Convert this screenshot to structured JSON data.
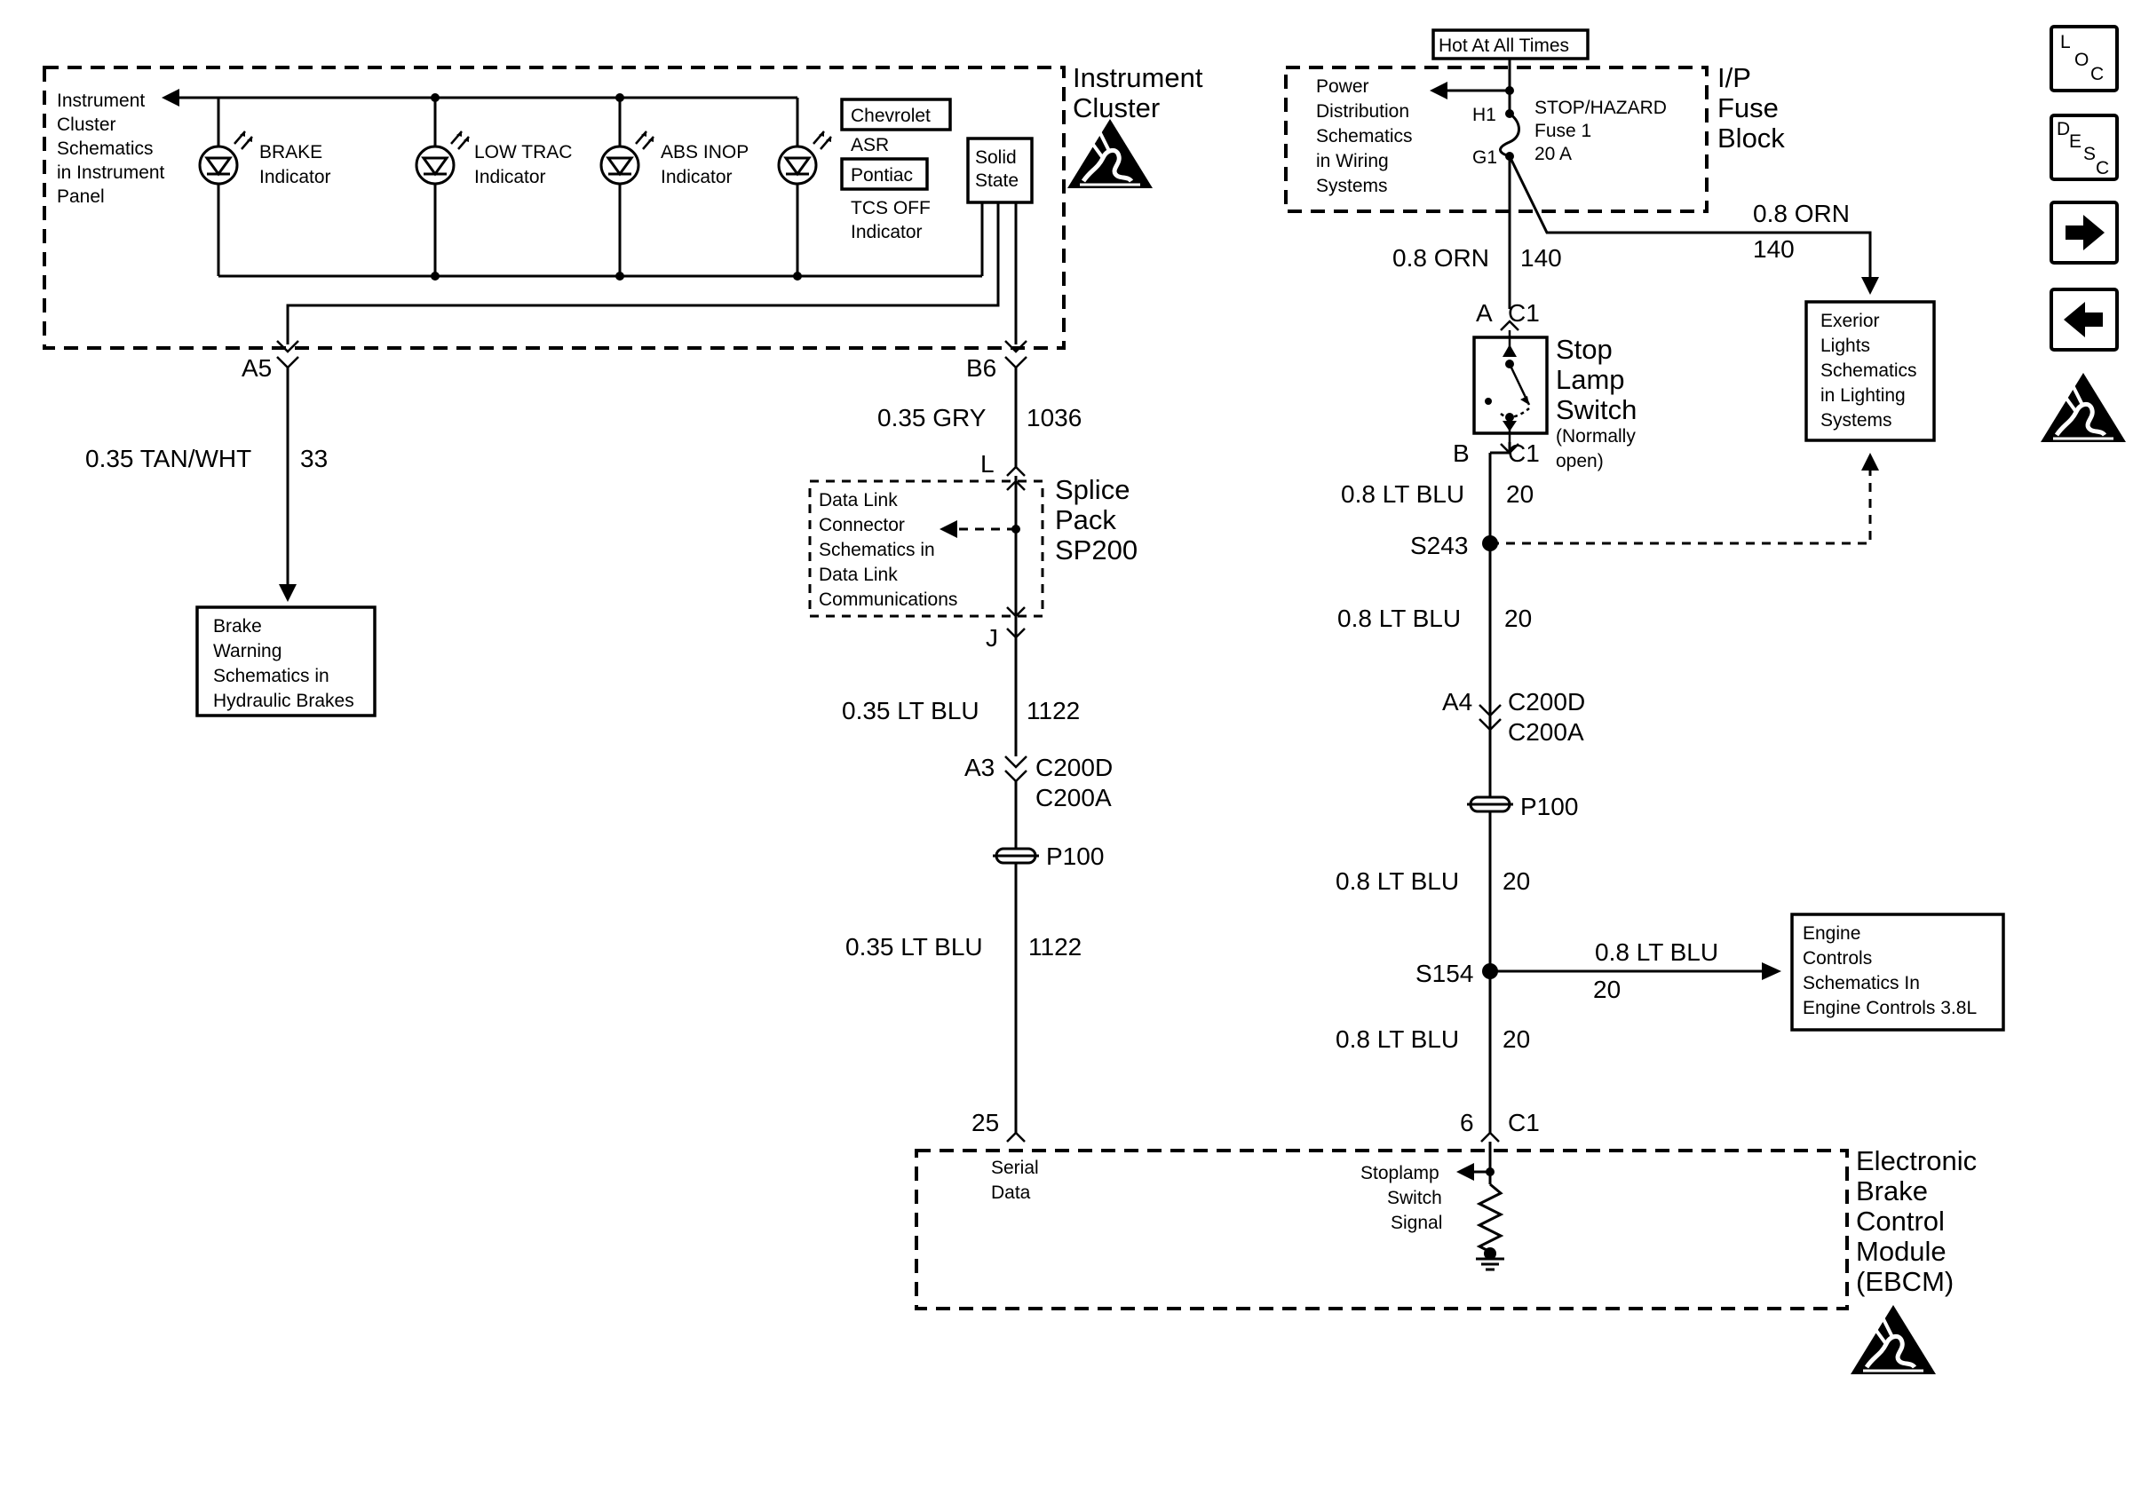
{
  "instrument_cluster": {
    "title_line1": "Instrument",
    "title_line2": "Cluster",
    "ref_lines": [
      "Instrument",
      "Cluster",
      "Schematics",
      "in Instrument",
      "Panel"
    ],
    "brake_indicator": [
      "BRAKE",
      "Indicator"
    ],
    "low_trac_indicator": [
      "LOW TRAC",
      "Indicator"
    ],
    "abs_inop_indicator": [
      "ABS INOP",
      "Indicator"
    ],
    "chevrolet_label": "Chevrolet",
    "asr_label": "ASR",
    "pontiac_label": "Pontiac",
    "tcs_off_lines": [
      "TCS OFF",
      "Indicator"
    ],
    "solid_state_lines": [
      "Solid",
      "State"
    ]
  },
  "fuse_block": {
    "hot_label": "Hot At All Times",
    "title_lines": [
      "I/P",
      "Fuse",
      "Block"
    ],
    "power_ref_lines": [
      "Power",
      "Distribution",
      "Schematics",
      "in Wiring",
      "Systems"
    ],
    "pin_h1": "H1",
    "pin_g1": "G1",
    "fuse_lines": [
      "STOP/HAZARD",
      "Fuse 1",
      "20 A"
    ]
  },
  "left_branch": {
    "connector": "A5",
    "wire_label": "0.35 TAN/WHT",
    "circuit": "33",
    "ref_lines": [
      "Brake",
      "Warning",
      "Schematics in",
      "Hydraulic Brakes"
    ]
  },
  "middle_branch": {
    "connector_b6": "B6",
    "wire1_label": "0.35 GRY",
    "wire1_circuit": "1036",
    "pin_l": "L",
    "splice_ref_lines": [
      "Data Link",
      "Connector",
      "Schematics in",
      "Data Link",
      "Communications"
    ],
    "splice_title_lines": [
      "Splice",
      "Pack",
      "SP200"
    ],
    "pin_j": "J",
    "wire2_label": "0.35 LT BLU",
    "wire2_circuit": "1122",
    "pin_a3": "A3",
    "conn_c200d": "C200D",
    "conn_c200a": "C200A",
    "passthrough": "P100",
    "wire3_label": "0.35 LT BLU",
    "wire3_circuit": "1122",
    "ebcm_pin": "25",
    "serial_lines": [
      "Serial",
      "Data"
    ]
  },
  "right_branch": {
    "wire_orn_label": "0.8 ORN",
    "wire_orn_circuit": "140",
    "pin_a": "A",
    "conn_c1": "C1",
    "stop_switch_lines": [
      "Stop",
      "Lamp",
      "Switch"
    ],
    "stop_switch_note": [
      "(Normally",
      "open)"
    ],
    "pin_b": "B",
    "wire_ltblu_label": "0.8 LT BLU",
    "wire_ltblu_circuit": "20",
    "splice_s243": "S243",
    "pin_a4": "A4",
    "conn_c200d": "C200D",
    "conn_c200a": "C200A",
    "passthrough": "P100",
    "splice_s154": "S154",
    "ebcm_pin": "6",
    "ebcm_conn": "C1",
    "stoplamp_signal_lines": [
      "Stoplamp",
      "Switch",
      "Signal"
    ]
  },
  "exterior_lights": {
    "wire_label": "0.8 ORN",
    "circuit": "140",
    "ref_lines": [
      "Exerior",
      "Lights",
      "Schematics",
      "in Lighting",
      "Systems"
    ]
  },
  "engine_controls": {
    "wire_label": "0.8 LT BLU",
    "circuit": "20",
    "ref_lines": [
      "Engine",
      "Controls",
      "Schematics In",
      "Engine Controls 3.8L"
    ]
  },
  "ebcm": {
    "title_lines": [
      "Electronic",
      "Brake",
      "Control",
      "Module",
      "(EBCM)"
    ]
  },
  "nav": {
    "loc_letters": [
      "L",
      "O",
      "C"
    ],
    "desc_letters": [
      "D",
      "E",
      "S",
      "C"
    ],
    "next_icon": "arrow-right-icon",
    "prev_icon": "arrow-left-icon",
    "esd_icon": "esd-warning-icon"
  }
}
